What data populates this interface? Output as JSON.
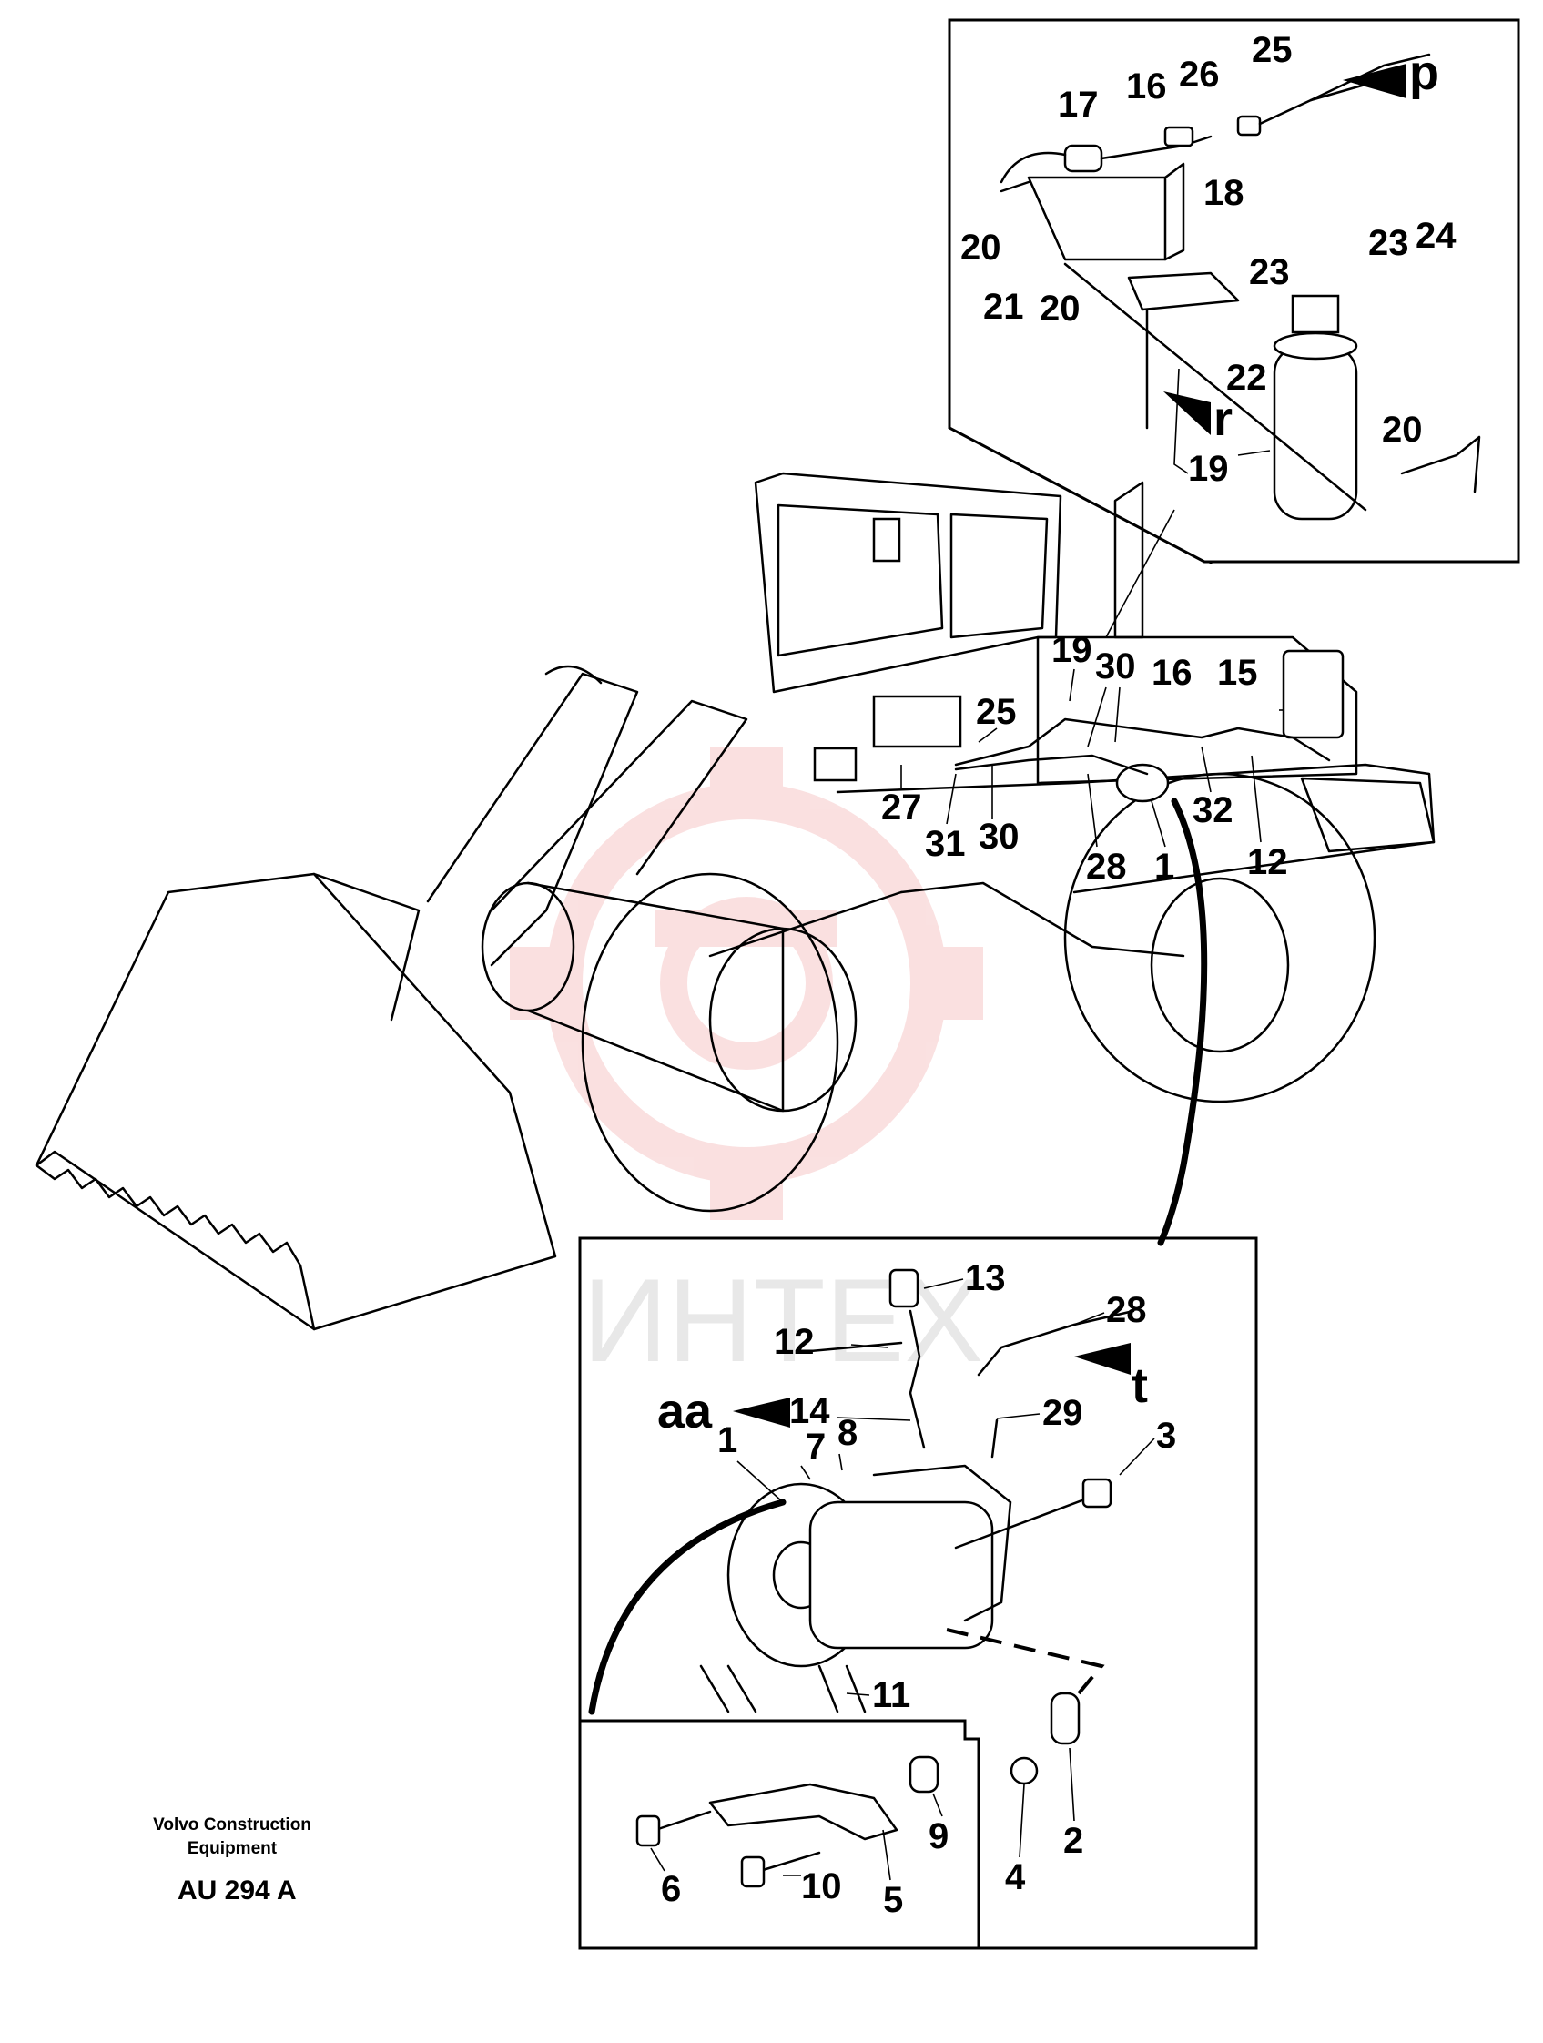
{
  "watermark": {
    "text": "ИНТЕХ",
    "color": "#f2a9a9"
  },
  "footer": {
    "company_line1": "Volvo Construction",
    "company_line2": "Equipment",
    "code": "AU 294 A"
  },
  "view_arrows": {
    "p": "p",
    "r": "r",
    "t": "t",
    "aa": "aa"
  },
  "callouts": {
    "top_inset": [
      "25",
      "26",
      "16",
      "17",
      "18",
      "20",
      "21",
      "20",
      "23",
      "24",
      "23",
      "22",
      "20",
      "19"
    ],
    "machine": [
      "19",
      "30",
      "16",
      "15",
      "25",
      "27",
      "31",
      "30",
      "28",
      "1",
      "32",
      "12"
    ],
    "bottom_inset": [
      "13",
      "28",
      "12",
      "14",
      "29",
      "1",
      "7",
      "8",
      "3",
      "11",
      "2",
      "4",
      "9",
      "6",
      "10",
      "5"
    ]
  }
}
